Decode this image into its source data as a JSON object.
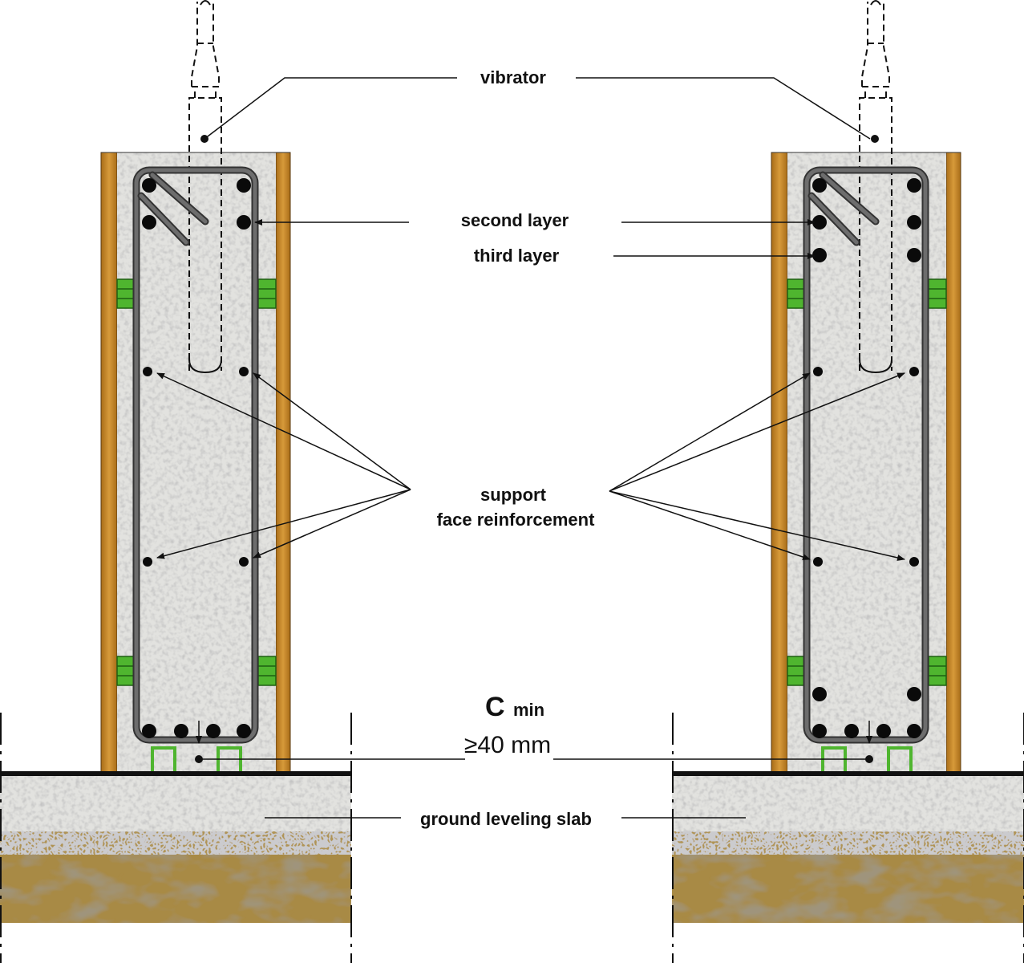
{
  "title": "Wall formwork concreting with vibrator and cover spacers",
  "labels": {
    "vibrator": "vibrator",
    "second_layer": "second layer",
    "third_layer": "third layer",
    "support_line1": "support",
    "support_line2": "face reinforcement",
    "cmin_c": "C",
    "cmin_sub": "min",
    "cover_value": "≥40 mm",
    "ground_slab": "ground leveling slab"
  },
  "colors": {
    "wood": "#c98a2a",
    "concrete": "#e2e2df",
    "rebar": "#6d6d6d",
    "spacer": "#4fb52f",
    "soil": "#a88a45"
  }
}
